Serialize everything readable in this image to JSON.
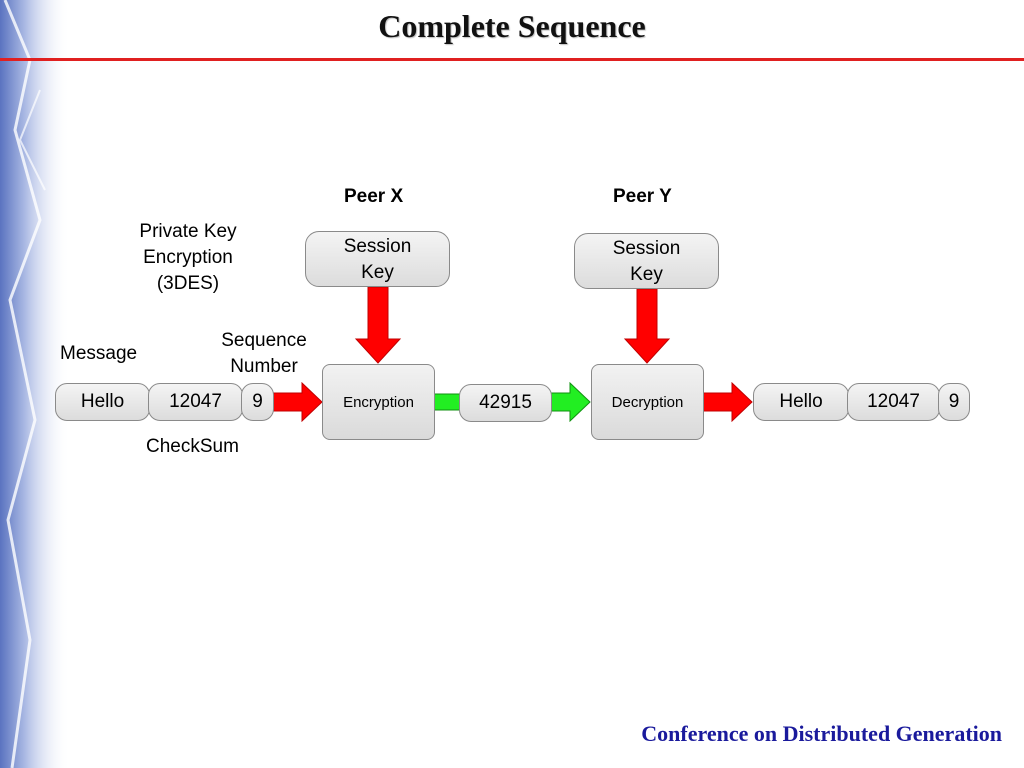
{
  "title": "Complete Sequence",
  "footer": "Conference on Distributed Generation",
  "peers": {
    "x": "Peer X",
    "y": "Peer Y"
  },
  "labels": {
    "private_key_line1": "Private Key",
    "private_key_line2": "Encryption",
    "private_key_line3": "(3DES)",
    "message": "Message",
    "sequence_line1": "Sequence",
    "sequence_line2": "Number",
    "checksum": "CheckSum"
  },
  "session_key": {
    "line1": "Session",
    "line2": "Key"
  },
  "input_packet": {
    "message": "Hello",
    "sequence": "12047",
    "checksum": "9"
  },
  "encryption": "Encryption",
  "ciphertext": "42915",
  "decryption": "Decryption",
  "output_packet": {
    "message": "Hello",
    "sequence": "12047",
    "checksum": "9"
  },
  "colors": {
    "arrow_red": "#ff0000",
    "arrow_green": "#22ee22",
    "title_rule": "#e02020",
    "footer_text": "#1a1a9c"
  }
}
